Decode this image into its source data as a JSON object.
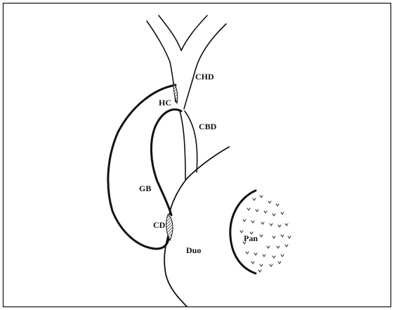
{
  "diagram": {
    "labels": {
      "chd": "CHD",
      "hc": "HC",
      "cbd": "CBD",
      "gb": "GB",
      "cd": "CD",
      "duo": "Duo",
      "pan": "Pan"
    }
  }
}
